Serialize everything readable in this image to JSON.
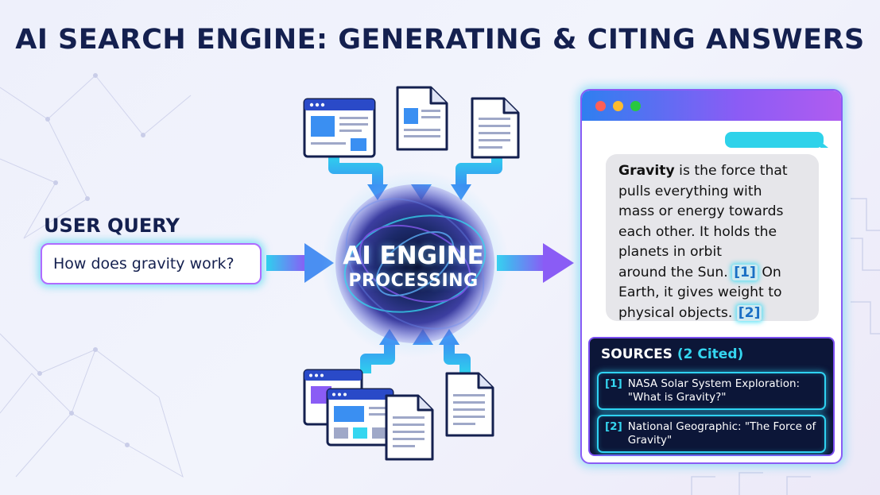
{
  "title": "AI SEARCH ENGINE: GENERATING & CITING ANSWERS",
  "query": {
    "label": "USER QUERY",
    "text": "How does gravity work?"
  },
  "engine": {
    "line1": "AI ENGINE",
    "line2": "PROCESSING"
  },
  "answer": {
    "term": "Gravity",
    "line1_rest": " is the force that",
    "line2": "pulls everything with",
    "line3": "mass or energy towards",
    "line4": "each other. It holds the",
    "line5": "planets in orbit",
    "line6_before": "around the Sun. ",
    "cite1": "[1]",
    "line6_after": " On",
    "line7": "Earth, it gives weight to",
    "line8_before": "physical objects. ",
    "cite2": "[2]"
  },
  "sources": {
    "title": "SOURCES",
    "count": "(2 Cited)",
    "items": [
      {
        "num": "[1]",
        "text": "NASA Solar System Exploration: \"What is Gravity?\""
      },
      {
        "num": "[2]",
        "text": "National Geographic: \"The Force of Gravity\""
      }
    ]
  },
  "colors": {
    "title": "#14204f",
    "arrow_start": "#2fd0ee",
    "arrow_end": "#8a5cf5",
    "cyan_glow": "#2fd3f2",
    "panel_dark": "#0c1638"
  },
  "icons": [
    "browser-window-icon",
    "document-icon",
    "ai-engine-vortex",
    "circuit-pattern"
  ]
}
